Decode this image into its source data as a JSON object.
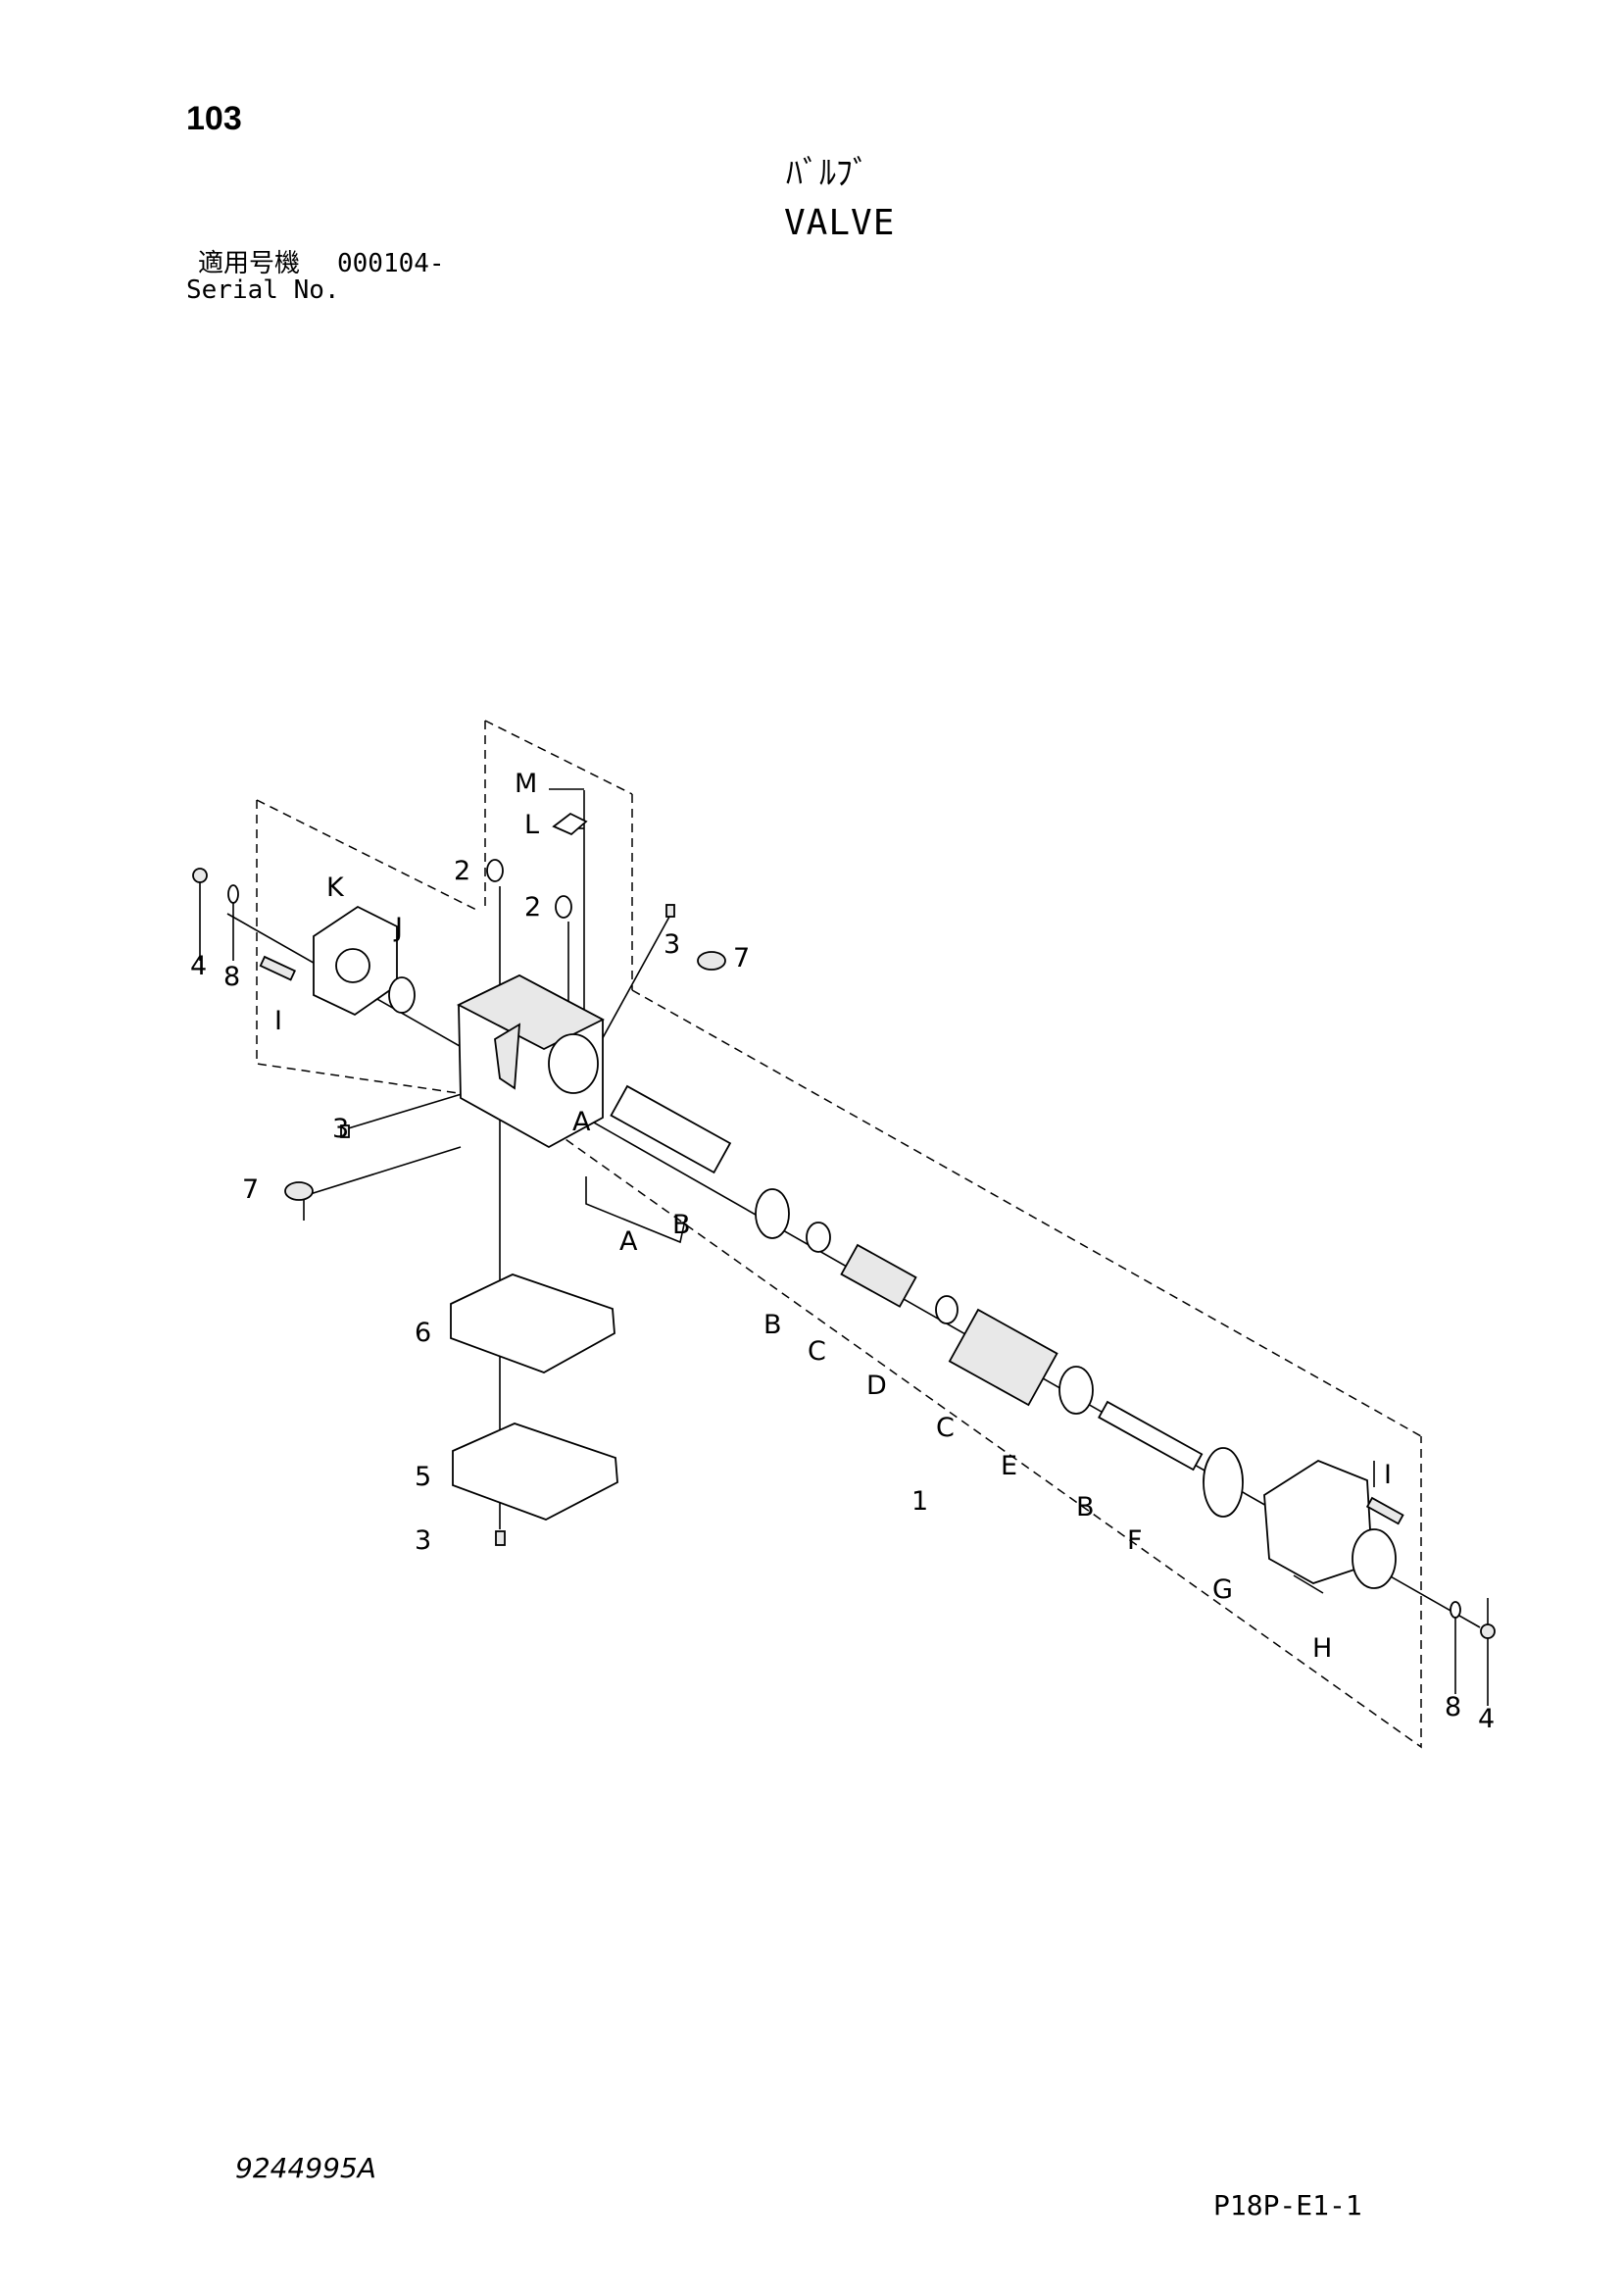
{
  "header": {
    "page_number": "103",
    "title_jp": "ﾊﾞﾙﾌﾞ",
    "title_en": "VALVE",
    "serial_label_jp": "適用号機",
    "serial_range": "000104-",
    "serial_label_en": "Serial No."
  },
  "callouts": {
    "m": "M",
    "l": "L",
    "k": "K",
    "j": "J",
    "i_left": "I",
    "i_right": "I",
    "n2a": "2",
    "n2b": "2",
    "n3a": "3",
    "n3b": "3",
    "n3c": "3",
    "n7a": "7",
    "n7b": "7",
    "n4a": "4",
    "n4b": "4",
    "n8a": "8",
    "n8b": "8",
    "a1": "A",
    "a2": "A",
    "b1": "B",
    "b2": "B",
    "b3": "B",
    "c1": "C",
    "c2": "C",
    "d": "D",
    "e": "E",
    "f": "F",
    "g": "G",
    "h": "H",
    "n1": "1",
    "n5": "5",
    "n6": "6"
  },
  "footer": {
    "drawing_number": "9244995A",
    "page_code": "P18P-E1-1"
  }
}
